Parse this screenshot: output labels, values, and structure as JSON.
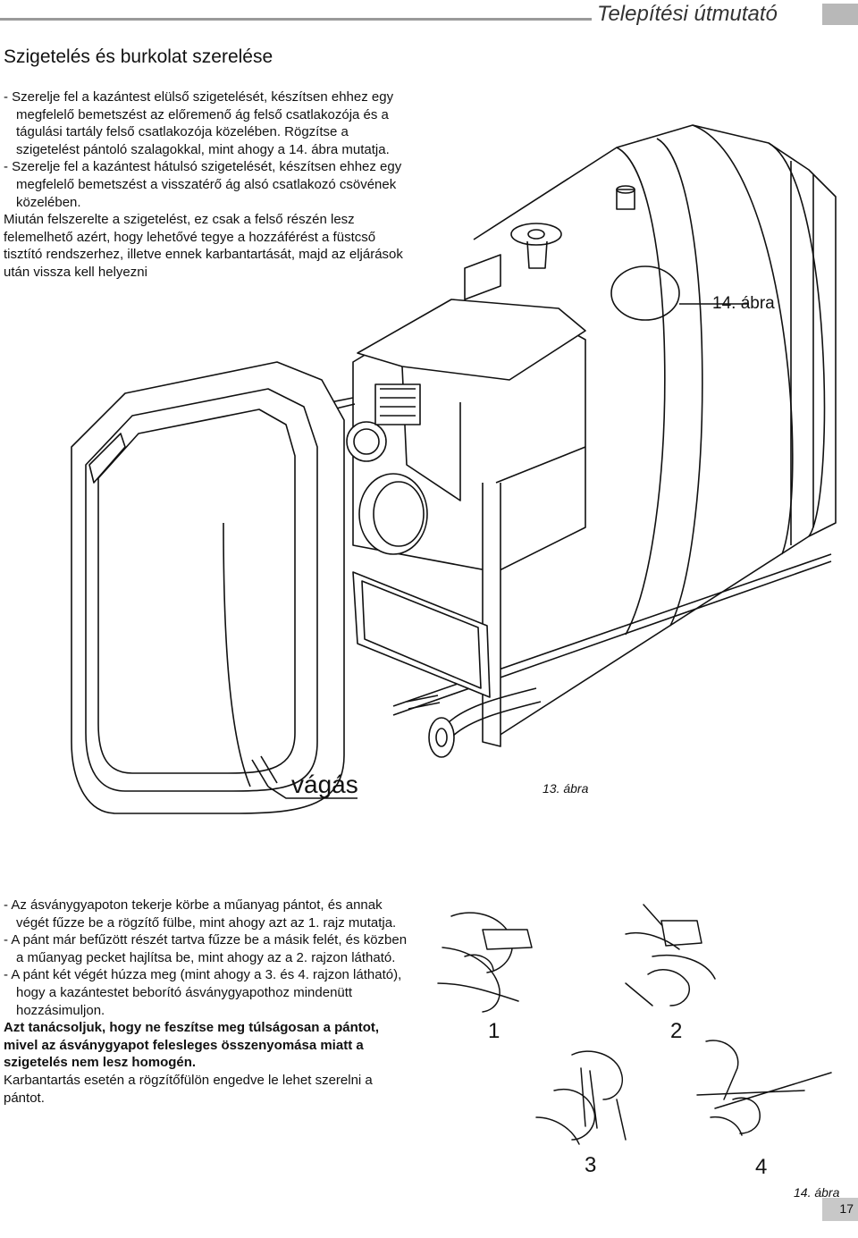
{
  "header": {
    "title": "Telepítési útmutató"
  },
  "section": {
    "title": "Szigetelés és burkolat szerelése"
  },
  "top_text": {
    "item1": "- Szerelje fel a kazántest elülső szigetelését, készítsen ehhez egy megfelelő bemetszést az előremenő ág felső csatlakozója és a tágulási tartály felső csatlakozója közelében. Rögzítse a szigetelést pántoló szalagokkal, mint ahogy a 14. ábra mutatja.",
    "item2": "- Szerelje fel a kazántest hátulsó szigetelését, készítsen ehhez egy megfelelő bemetszést a visszatérő ág alsó csatlakozó csövének közelében.",
    "note": "Miután felszerelte a szigetelést, ez csak a felső részén lesz felemelhető azért, hogy lehetővé tegye a hozzáférést a füstcső tisztító rendszerhez, illetve ennek karbantartását, majd az eljárások után vissza kell helyezni"
  },
  "figure_main": {
    "label_14": "14. ábra",
    "label_13": "13. ábra",
    "cut_label": "vágás"
  },
  "bottom_text": {
    "item1": "- Az ásványgyapoton tekerje körbe a műanyag pántot, és annak végét fűzze be a rögzítő fülbe, mint ahogy azt az 1. rajz mutatja.",
    "item2": "- A pánt már befűzött részét tartva fűzze be a másik felét, és közben a műanyag pecket hajlítsa be, mint ahogy az a 2. rajzon látható.",
    "item3": "- A pánt két végét húzza meg (mint ahogy a 3. és 4. rajzon látható), hogy a kazántestet beborító ásványgyapothoz mindenütt hozzásimuljon.",
    "warning": "Azt tanácsoljuk, hogy ne feszítse meg túlságosan a pántot, mivel az ásványgyapot felesleges összenyomása miatt a szigetelés nem lesz homogén.",
    "maintenance": "Karbantartás esetén a rögzítőfülön engedve le lehet szerelni a pántot."
  },
  "figure_steps": {
    "step1": "1",
    "step2": "2",
    "step3": "3",
    "step4": "4",
    "label": "14. ábra"
  },
  "footer": {
    "page_number": "17"
  }
}
